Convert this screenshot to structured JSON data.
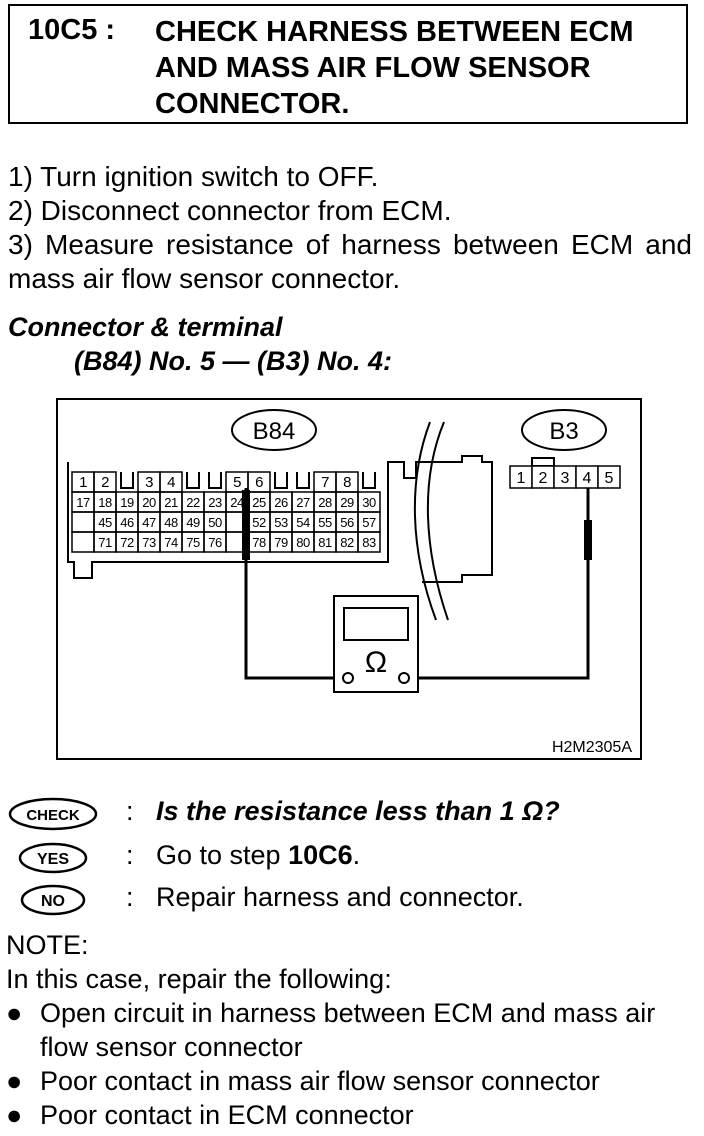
{
  "header": {
    "step_id": "10C5 :",
    "title": "CHECK HARNESS BETWEEN ECM\nAND MASS AIR FLOW SENSOR\nCONNECTOR."
  },
  "steps": [
    "1)  Turn ignition switch to OFF.",
    "2)  Disconnect connector from ECM.",
    "3)  Measure resistance of harness between ECM and mass air flow sensor connector."
  ],
  "connector_terminal": {
    "label": "Connector & terminal",
    "value": "(B84) No. 5 — (B3) No. 4:"
  },
  "diagram": {
    "ecm_connector": "B84",
    "sensor_connector": "B3",
    "ecm_row1": [
      "1",
      "2",
      "",
      "3",
      "4",
      "",
      "",
      "5",
      "6",
      "",
      "",
      "7",
      "8",
      ""
    ],
    "ecm_row2": [
      "17",
      "18",
      "19",
      "20",
      "21",
      "22",
      "23",
      "24",
      "25",
      "26",
      "27",
      "28",
      "29",
      "30"
    ],
    "ecm_row3": [
      "",
      "45",
      "46",
      "47",
      "48",
      "49",
      "50",
      "",
      "52",
      "53",
      "54",
      "55",
      "56",
      "57"
    ],
    "ecm_row4": [
      "",
      "71",
      "72",
      "73",
      "74",
      "75",
      "76",
      "",
      "78",
      "79",
      "80",
      "81",
      "82",
      "83"
    ],
    "sensor_pins": [
      "1",
      "2",
      "3",
      "4",
      "5"
    ],
    "meter_symbol": "Ω",
    "figure_code": "H2M2305A"
  },
  "answers": {
    "check": {
      "badge": "CHECK",
      "colon": ":",
      "text": "Is the resistance less than 1 Ω?"
    },
    "yes": {
      "badge": "YES",
      "colon": ":",
      "text_prefix": "Go to step ",
      "text_step": "10C6",
      "text_suffix": "."
    },
    "no": {
      "badge": "NO",
      "colon": ":",
      "text": "Repair harness and connector."
    }
  },
  "note": {
    "title": "NOTE:",
    "intro": "In this case, repair the following:",
    "bullets": [
      "Open circuit in harness between ECM and mass air flow sensor connector",
      "Poor contact in mass air flow sensor connector",
      "Poor contact in ECM connector"
    ],
    "bullet_glyph": "●"
  }
}
